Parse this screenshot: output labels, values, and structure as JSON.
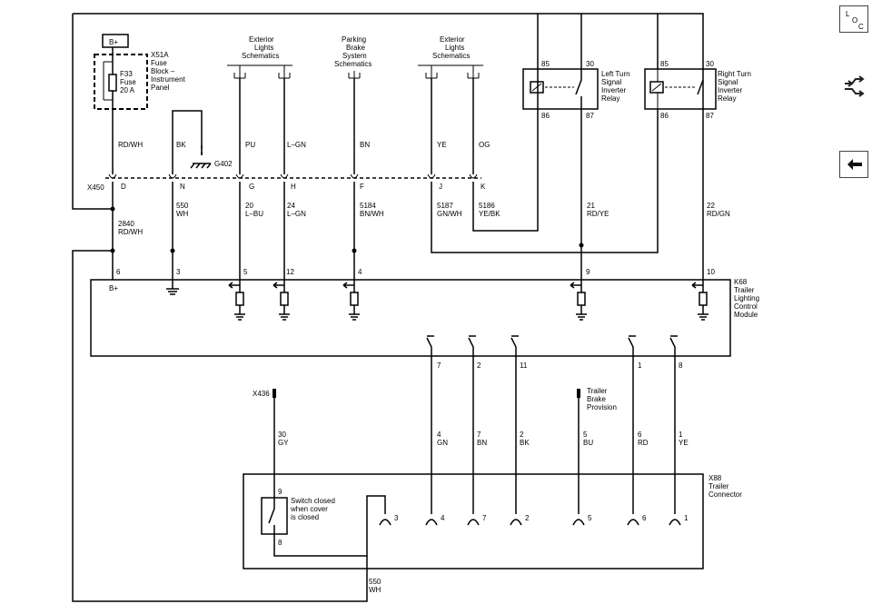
{
  "diagram": {
    "power_source": "B+",
    "fuse_block": {
      "id": "X51A",
      "lines": [
        "Fuse",
        "Block –",
        "Instrument",
        "Panel"
      ]
    },
    "fuse": {
      "lines": [
        "F33",
        "Fuse",
        "20 A"
      ]
    },
    "connector_x450": "X450",
    "connector_x436": "X436",
    "ground_g402": "G402",
    "schematic_refs": [
      {
        "lines": [
          "Exterior",
          "Lights",
          "Schematics"
        ]
      },
      {
        "lines": [
          "Parking",
          "Brake",
          "System",
          "Schematics"
        ]
      },
      {
        "lines": [
          "Exterior",
          "Lights",
          "Schematics"
        ]
      }
    ],
    "upper_wires": [
      {
        "color": "RD/WH",
        "pin": "D"
      },
      {
        "color": "BK",
        "pin": "N"
      },
      {
        "color": "PU",
        "pin": "G"
      },
      {
        "color": "L–GN",
        "pin": "H"
      },
      {
        "color": "BN",
        "pin": "F"
      },
      {
        "color": "YE",
        "pin": "J"
      },
      {
        "color": "OG",
        "pin": "K"
      }
    ],
    "circuit_labels": [
      {
        "num": "2840",
        "color": "RD/WH"
      },
      {
        "num": "550",
        "color": "WH"
      },
      {
        "num": "20",
        "color": "L–BU"
      },
      {
        "num": "24",
        "color": "L–GN"
      },
      {
        "num": "5184",
        "color": "BN/WH"
      },
      {
        "num": "5187",
        "color": "GN/WH"
      },
      {
        "num": "5186",
        "color": "YE/BK"
      },
      {
        "num": "21",
        "color": "RD/YE"
      },
      {
        "num": "22",
        "color": "RD/GN"
      }
    ],
    "relays": [
      {
        "pins": [
          "85",
          "30",
          "86",
          "87"
        ],
        "lines": [
          "Left Turn",
          "Signal",
          "Inverter",
          "Relay"
        ]
      },
      {
        "pins": [
          "85",
          "30",
          "86",
          "87"
        ],
        "lines": [
          "Right Turn",
          "Signal",
          "Inverter",
          "Relay"
        ]
      }
    ],
    "module": {
      "id": "K68",
      "lines": [
        "Trailer",
        "Lighting",
        "Control",
        "Module"
      ],
      "bplus": "B+",
      "top_pins": [
        "6",
        "3",
        "5",
        "12",
        "4",
        "9",
        "10"
      ],
      "bottom_pins": [
        "7",
        "2",
        "11",
        "1",
        "8"
      ]
    },
    "lower_wires": [
      {
        "num": "30",
        "color": "GY"
      },
      {
        "num": "4",
        "color": "GN"
      },
      {
        "num": "7",
        "color": "BN"
      },
      {
        "num": "2",
        "color": "BK"
      },
      {
        "num": "5",
        "color": "BU"
      },
      {
        "num": "6",
        "color": "RD"
      },
      {
        "num": "1",
        "color": "YE"
      }
    ],
    "trailer_brake": {
      "lines": [
        "Trailer",
        "Brake",
        "Provision"
      ]
    },
    "connector_x88": {
      "id": "X88",
      "lines": [
        "Trailer",
        "Connector"
      ]
    },
    "switch": {
      "lines": [
        "Switch closed",
        "when cover",
        "is closed"
      ],
      "pin_top": "9",
      "pin_bottom": "8"
    },
    "x88_pins": [
      "3",
      "4",
      "7",
      "2",
      "5",
      "6",
      "1"
    ],
    "bottom_wire": {
      "num": "550",
      "color": "WH"
    }
  },
  "toolbar": {
    "loc_letters": [
      "L",
      "O",
      "C"
    ]
  }
}
